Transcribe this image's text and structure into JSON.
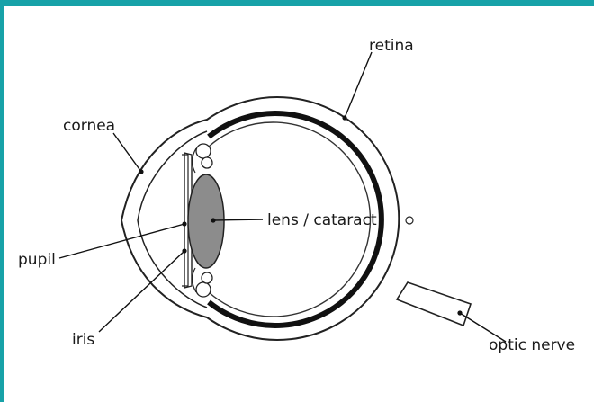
{
  "diagram": {
    "labels": {
      "retina": "retina",
      "cornea": "cornea",
      "lens": "lens / cataract",
      "pupil": "pupil",
      "iris": "iris",
      "optic_nerve": "optic nerve"
    }
  },
  "colors": {
    "frame": "#17a2a8",
    "lens_fill": "#8c8c8c",
    "retina_band": "#111111",
    "outline": "#222222"
  }
}
